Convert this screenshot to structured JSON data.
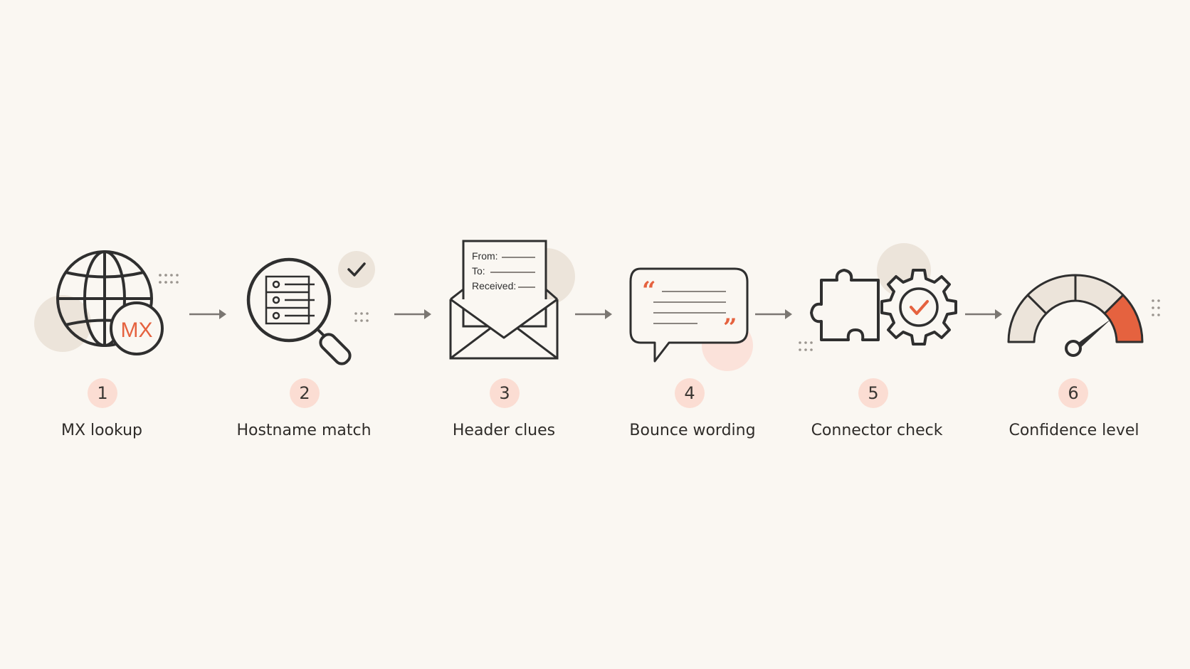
{
  "colors": {
    "background": "#faf7f2",
    "stroke": "#2f2f2f",
    "accent": "#e5623f",
    "badge": "#fbddd3",
    "blob_neutral": "#ece4da",
    "blob_accent": "#fbe2da",
    "arrow": "#7b7772"
  },
  "steps": [
    {
      "number": "1",
      "label": "MX lookup",
      "icon": "globe-icon",
      "icon_text": "MX"
    },
    {
      "number": "2",
      "label": "Hostname match",
      "icon": "magnifier-list-icon"
    },
    {
      "number": "3",
      "label": "Header clues",
      "icon": "envelope-letter-icon",
      "letter_lines": [
        "From:",
        "To:",
        "Received:"
      ]
    },
    {
      "number": "4",
      "label": "Bounce wording",
      "icon": "speech-bubble-quote-icon",
      "quote_open": "“",
      "quote_close": "”"
    },
    {
      "number": "5",
      "label": "Connector check",
      "icon": "puzzle-gear-icon"
    },
    {
      "number": "6",
      "label": "Confidence level",
      "icon": "gauge-icon"
    }
  ]
}
